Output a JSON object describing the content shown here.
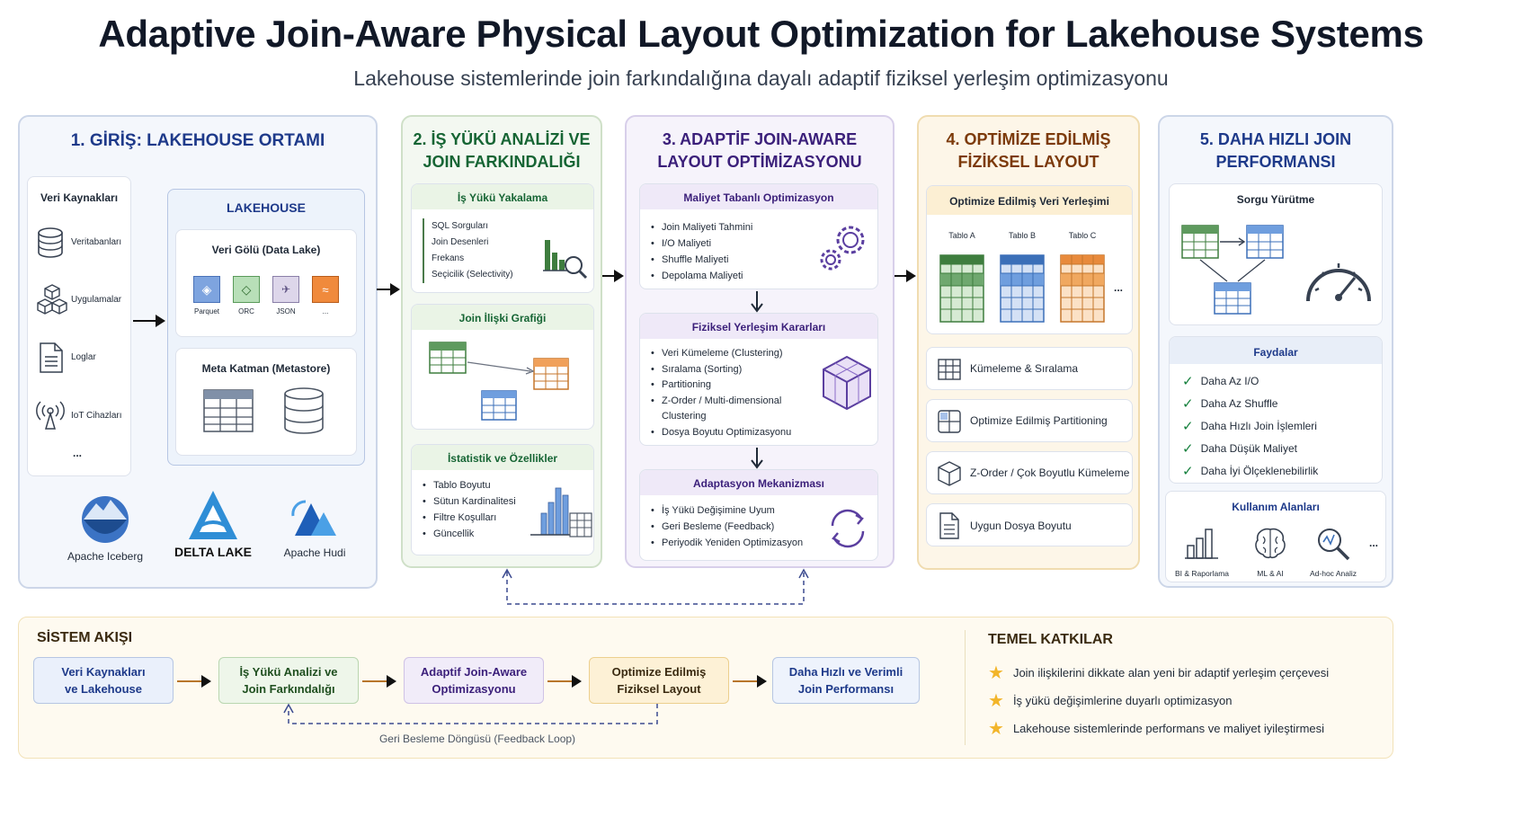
{
  "header": {
    "title": "Adaptive Join-Aware Physical Layout Optimization for Lakehouse Systems",
    "subtitle": "Lakehouse sistemlerinde join farkındalığına dayalı adaptif fiziksel yerleşim optimizasyonu"
  },
  "col1": {
    "title": "1. GİRİŞ: LAKEHOUSE ORTAMI",
    "sources_title": "Veri Kaynakları",
    "sources": [
      "Veritabanları",
      "Uygulamalar",
      "Loglar",
      "IoT Cihazları",
      "..."
    ],
    "lakehouse_title": "LAKEHOUSE",
    "datalake_title": "Veri Gölü (Data Lake)",
    "formats": [
      "Parquet",
      "ORC",
      "JSON",
      "..."
    ],
    "meta_title": "Meta Katman (Metastore)",
    "logos": [
      "Apache Iceberg",
      "DELTA LAKE",
      "Apache Hudi"
    ]
  },
  "col2": {
    "title_line1": "2. İŞ YÜKÜ ANALİZİ VE",
    "title_line2": "JOIN FARKINDALIĞI",
    "capture_title": "İş Yükü Yakalama",
    "capture_items": [
      "SQL Sorguları",
      "Join Desenleri",
      "Frekans",
      "Seçicilik (Selectivity)"
    ],
    "graph_title": "Join İlişki Grafiği",
    "stats_title": "İstatistik ve Özellikler",
    "stats_items": [
      "Tablo Boyutu",
      "Sütun Kardinalitesi",
      "Filtre Koşulları",
      "Güncellik"
    ]
  },
  "col3": {
    "title_line1": "3. ADAPTİF JOIN-AWARE",
    "title_line2": "LAYOUT OPTİMİZASYONU",
    "cost_title": "Maliyet Tabanlı Optimizasyon",
    "cost_items": [
      "Join Maliyeti Tahmini",
      "I/O Maliyeti",
      "Shuffle Maliyeti",
      "Depolama Maliyeti"
    ],
    "decisions_title": "Fiziksel Yerleşim Kararları",
    "decisions_items": [
      "Veri Kümeleme (Clustering)",
      "Sıralama (Sorting)",
      "Partitioning",
      "Z-Order / Multi-dimensional Clustering",
      "Dosya Boyutu Optimizasyonu"
    ],
    "adapt_title": "Adaptasyon Mekanizması",
    "adapt_items": [
      "İş Yükü Değişimine Uyum",
      "Geri Besleme (Feedback)",
      "Periyodik Yeniden Optimizasyon"
    ]
  },
  "col4": {
    "title_line1": "4. OPTİMİZE EDİLMİŞ",
    "title_line2": "FİZİKSEL LAYOUT",
    "placement_title": "Optimize Edilmiş Veri Yerleşimi",
    "tables": [
      "Tablo A",
      "Tablo B",
      "Tablo C"
    ],
    "more": "...",
    "features": [
      "Kümeleme & Sıralama",
      "Optimize Edilmiş Partitioning",
      "Z-Order / Çok Boyutlu Kümeleme",
      "Uygun Dosya Boyutu"
    ]
  },
  "col5": {
    "title_line1": "5. DAHA HIZLI JOIN",
    "title_line2": "PERFORMANSI",
    "exec_title": "Sorgu Yürütme",
    "benefits_title": "Faydalar",
    "benefits": [
      "Daha Az I/O",
      "Daha Az Shuffle",
      "Daha Hızlı Join İşlemleri",
      "Daha Düşük Maliyet",
      "Daha İyi Ölçeklenebilirlik"
    ],
    "usage_title": "Kullanım Alanları",
    "usage": [
      "BI & Raporlama",
      "ML & AI",
      "Ad-hoc Analiz"
    ],
    "more": "..."
  },
  "flow": {
    "title": "SİSTEM AKIŞI",
    "steps": [
      {
        "line1": "Veri Kaynakları",
        "line2": "ve Lakehouse"
      },
      {
        "line1": "İş Yükü Analizi ve",
        "line2": "Join Farkındalığı"
      },
      {
        "line1": "Adaptif Join-Aware",
        "line2": "Optimizasyonu"
      },
      {
        "line1": "Optimize Edilmiş",
        "line2": "Fiziksel Layout"
      },
      {
        "line1": "Daha Hızlı ve Verimli",
        "line2": "Join Performansı"
      }
    ],
    "feedback": "Geri Besleme Döngüsü (Feedback Loop)"
  },
  "contributions": {
    "title": "TEMEL KATKILAR",
    "items": [
      "Join ilişkilerini dikkate alan yeni bir adaptif yerleşim çerçevesi",
      "İş yükü değişimlerine duyarlı optimizasyon",
      "Lakehouse sistemlerinde performans ve maliyet iyileştirmesi"
    ]
  },
  "colors": {
    "blue": "#1e3a8a",
    "green": "#166534",
    "purple": "#3b1f7a",
    "orange": "#7c3a0a",
    "star": "#f2b52a"
  }
}
